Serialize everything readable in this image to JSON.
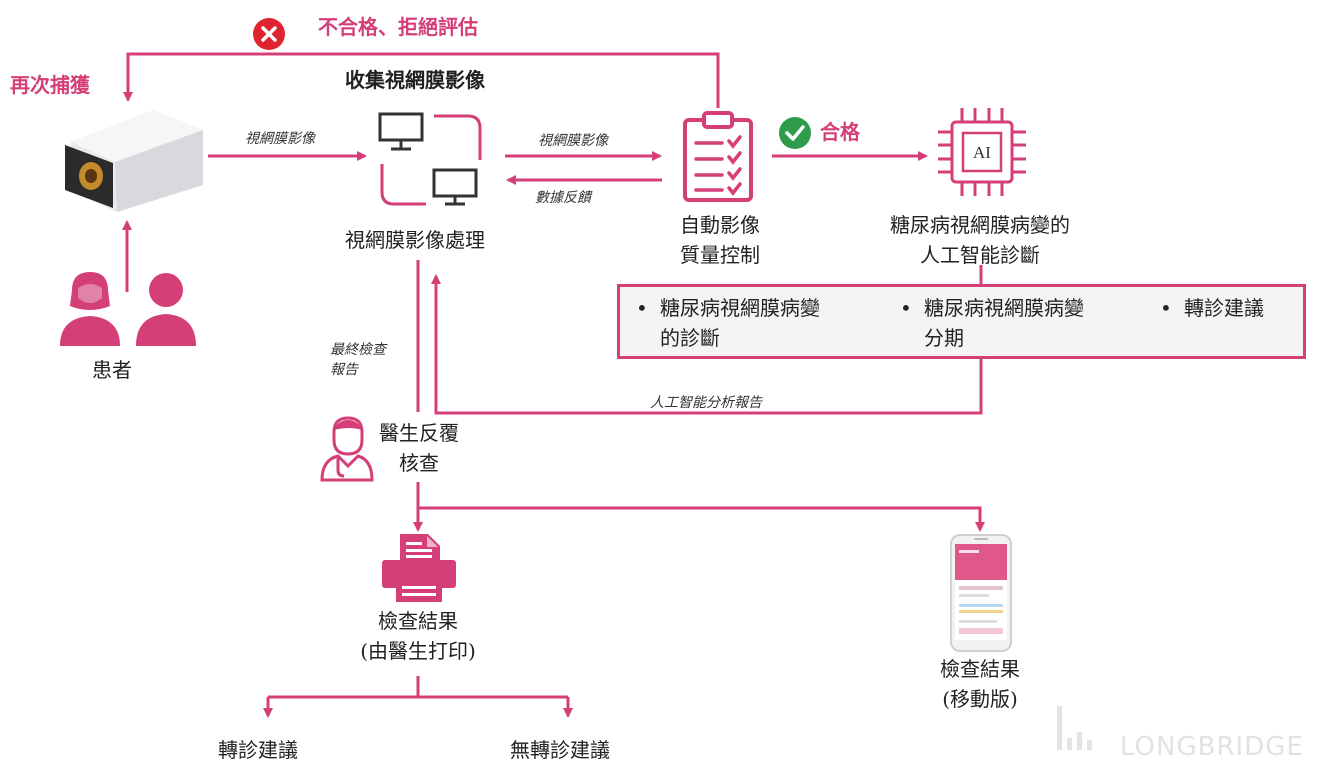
{
  "labels": {
    "recapture": "再次捕獲",
    "reject": "不合格、拒絕評估",
    "collect_title": "收集視網膜影像",
    "processing": "視網膜影像處理",
    "quality_control": "自動影像\n質量控制",
    "pass": "合格",
    "ai_diagnosis": "糖尿病視網膜病變的\n人工智能診斷",
    "ai_chip_text": "AI",
    "patients": "患者",
    "doctor_review": "醫生反覆\n核查",
    "result_print": "檢查結果\n(由醫生打印)",
    "result_mobile": "檢查結果\n(移動版)",
    "referral": "轉診建議",
    "no_referral": "無轉診建議",
    "watermark": "LONGBRIDGE"
  },
  "edge_labels": {
    "retina_image_1": "視網膜影像",
    "retina_image_2": "視網膜影像",
    "data_feedback": "數據反饋",
    "final_report": "最終檢查\n報告",
    "ai_report": "人工智能分析報告"
  },
  "outputs": [
    {
      "bullet": "•",
      "text": "糖尿病視網膜病變\n的診斷"
    },
    {
      "bullet": "•",
      "text": "糖尿病視網膜病變\n分期"
    },
    {
      "bullet": "•",
      "text": "轉診建議"
    }
  ],
  "colors": {
    "accent": "#d43f78",
    "pass_green": "#2e9c4a",
    "reject_red": "#e0242f"
  },
  "icons": {
    "camera": "retina-camera",
    "monitors": "monitor-pair",
    "checklist": "clipboard-checklist",
    "chip": "ai-chip",
    "patients": "patient-figures",
    "doctor": "doctor-avatar",
    "printer": "printer",
    "phone": "mobile-phone"
  }
}
